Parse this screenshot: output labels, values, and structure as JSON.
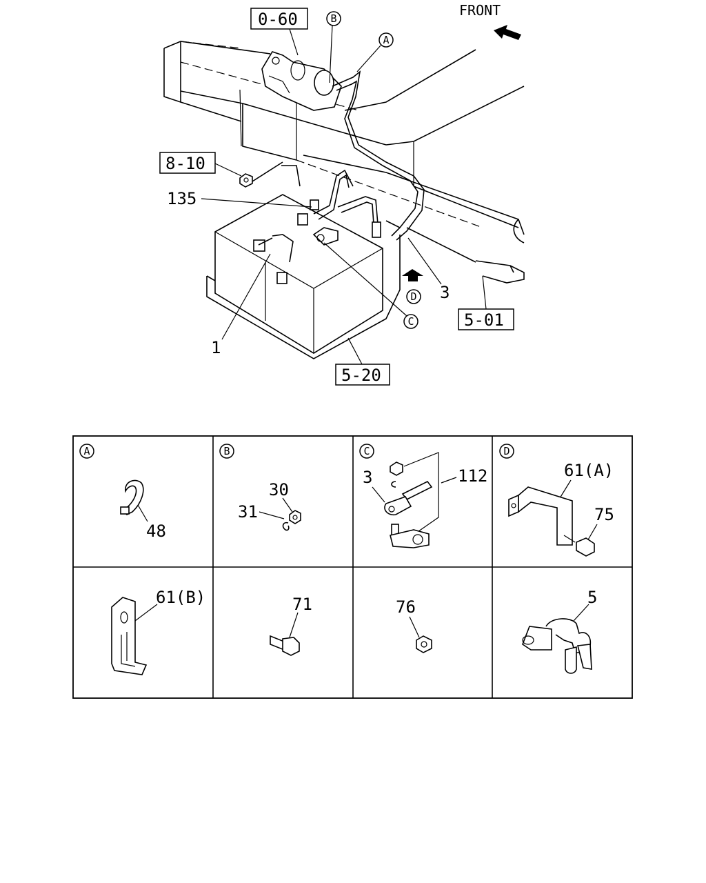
{
  "header": {
    "direction_label": "FRONT"
  },
  "main_view": {
    "ref_boxes": {
      "starter": "0-60",
      "nut_section": "8-10",
      "frame": "5-01",
      "bracket_section": "5-20"
    },
    "part_labels": {
      "cable_neg": "1",
      "cable_pos": "3",
      "screw": "135"
    },
    "callouts": {
      "a": "A",
      "b": "B",
      "c": "C",
      "d": "D"
    }
  },
  "detail_panels": [
    {
      "callout": "A",
      "labels": [
        "48"
      ]
    },
    {
      "callout": "B",
      "labels": [
        "30",
        "31"
      ]
    },
    {
      "callout": "C",
      "labels": [
        "3",
        "112"
      ]
    },
    {
      "callout": "D",
      "labels": [
        "61(A)",
        "75"
      ]
    },
    {
      "callout": "",
      "labels": [
        "61(B)"
      ]
    },
    {
      "callout": "",
      "labels": [
        "71"
      ]
    },
    {
      "callout": "",
      "labels": [
        "76"
      ]
    },
    {
      "callout": "",
      "labels": [
        "5"
      ]
    }
  ]
}
